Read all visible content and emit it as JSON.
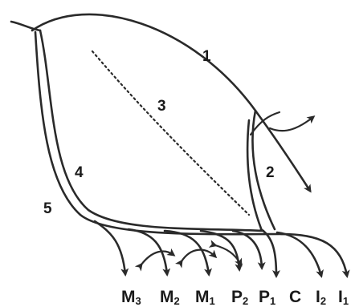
{
  "pathways": {
    "p1": "1",
    "p2": "2",
    "p3": "3",
    "p4": "4",
    "p5": "5"
  },
  "teeth": [
    {
      "main": "M",
      "sub": "3"
    },
    {
      "main": "M",
      "sub": "2"
    },
    {
      "main": "M",
      "sub": "1"
    },
    {
      "main": "P",
      "sub": "2"
    },
    {
      "main": "P",
      "sub": "1"
    },
    {
      "main": "C",
      "sub": ""
    },
    {
      "main": "I",
      "sub": "2"
    },
    {
      "main": "I",
      "sub": "1"
    }
  ],
  "colors": {
    "stroke": "#2a2a2a",
    "background": "#ffffff"
  }
}
